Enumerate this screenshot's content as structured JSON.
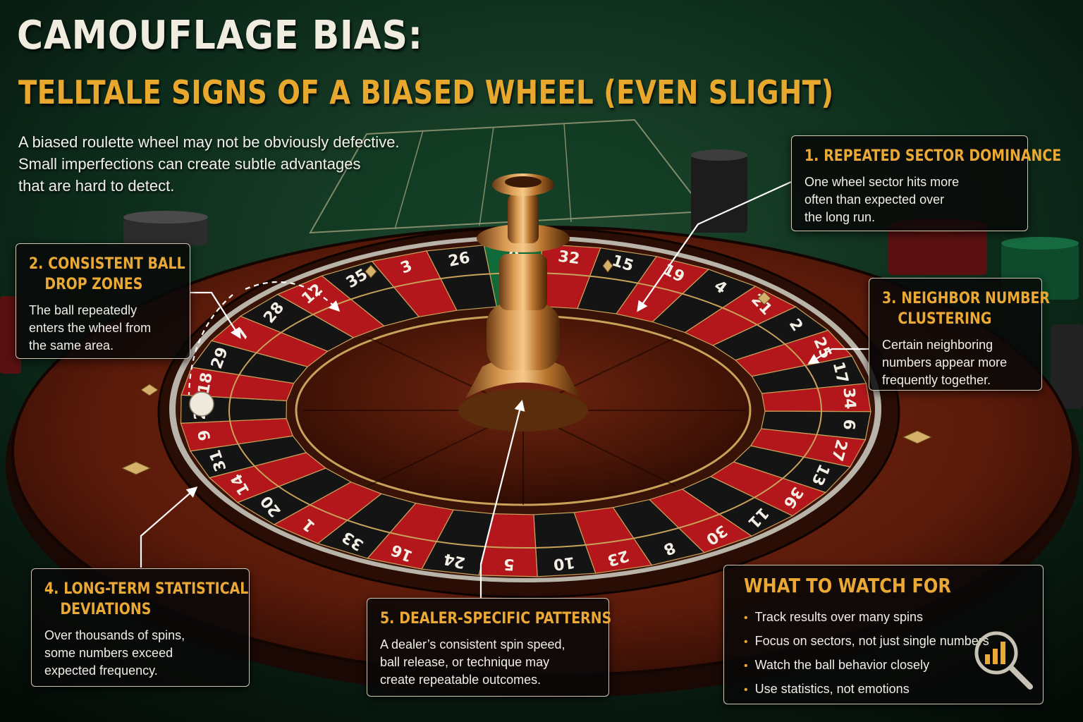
{
  "title": {
    "line1": "CAMOUFLAGE BIAS:",
    "line2": "TELLTALE SIGNS OF A BIASED WHEEL (EVEN SLIGHT)"
  },
  "intro": [
    "A biased roulette wheel may not be obviously defective.",
    "Small imperfections can create subtle advantages",
    "that are hard to detect."
  ],
  "callouts": [
    {
      "num": "1.",
      "title": [
        "REPEATED SECTOR DOMINANCE"
      ],
      "body": [
        "One wheel sector hits more",
        "often than expected over",
        "the long run."
      ]
    },
    {
      "num": "2.",
      "title": [
        "CONSISTENT BALL",
        "DROP ZONES"
      ],
      "body": [
        "The ball repeatedly",
        "enters the wheel from",
        "the same area."
      ]
    },
    {
      "num": "3.",
      "title": [
        "NEIGHBOR NUMBER",
        "CLUSTERING"
      ],
      "body": [
        "Certain neighboring",
        "numbers appear more",
        "frequently together."
      ]
    },
    {
      "num": "4.",
      "title": [
        "LONG-TERM STATISTICAL",
        "DEVIATIONS"
      ],
      "body": [
        "Over thousands of spins,",
        "some numbers exceed",
        "expected frequency."
      ]
    },
    {
      "num": "5.",
      "title": [
        "DEALER-SPECIFIC PATTERNS"
      ],
      "body": [
        "A dealer’s consistent spin speed,",
        "ball release, or technique may",
        "create repeatable outcomes."
      ]
    }
  ],
  "watch": {
    "title": "WHAT TO WATCH FOR",
    "bullet": "•",
    "items": [
      "Track results over many spins",
      "Focus on sectors, not just single numbers",
      "Watch the ball behavior closely",
      "Use statistics, not emotions"
    ],
    "icon": "magnifier-chart-icon"
  },
  "wheel": {
    "pocket_numbers": [
      "0",
      "32",
      "15",
      "19",
      "4",
      "21",
      "2",
      "25",
      "17",
      "34",
      "6",
      "27",
      "13",
      "36",
      "11",
      "30",
      "8",
      "23",
      "10",
      "5",
      "24",
      "16",
      "33",
      "1",
      "20",
      "14",
      "31",
      "9",
      "22",
      "18",
      "29",
      "7",
      "28",
      "12",
      "35",
      "3",
      "26"
    ],
    "colors": {
      "red": "#b3171c",
      "black": "#141414",
      "green": "#0f6b3a",
      "gold": "#c9a25a",
      "wood": "#5a1a0c"
    }
  },
  "colors": {
    "accent": "#eaa835",
    "text": "#f0eee6",
    "border": "#cfc7b4"
  }
}
